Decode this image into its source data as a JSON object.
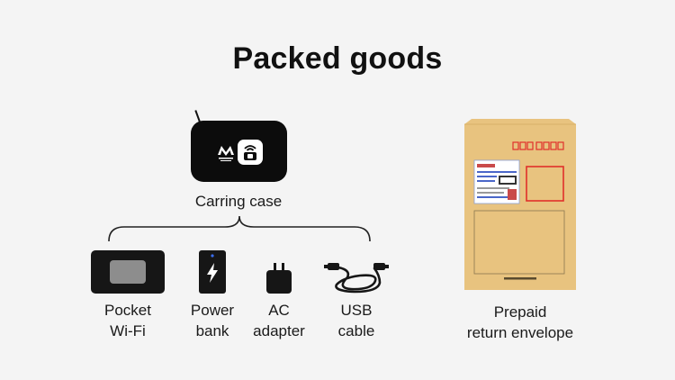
{
  "title": "Packed goods",
  "carrying_case": {
    "label": "Carring case",
    "brand_icon": "mobile-logo",
    "badge_icon": "wifi-router-icon"
  },
  "items": [
    {
      "line1": "Pocket",
      "line2": "Wi-Fi",
      "icon": "pocket-wifi-device"
    },
    {
      "line1": "Power",
      "line2": "bank",
      "icon": "power-bank-lightning"
    },
    {
      "line1": "AC",
      "line2": "adapter",
      "icon": "ac-adapter-plug"
    },
    {
      "line1": "USB",
      "line2": "cable",
      "icon": "usb-cable-coil"
    }
  ],
  "envelope": {
    "line1": "Prepaid",
    "line2": "return envelope",
    "icon": "kraft-envelope",
    "colors": {
      "kraft": "#e8c37f",
      "stamp": "#e0302a"
    }
  }
}
